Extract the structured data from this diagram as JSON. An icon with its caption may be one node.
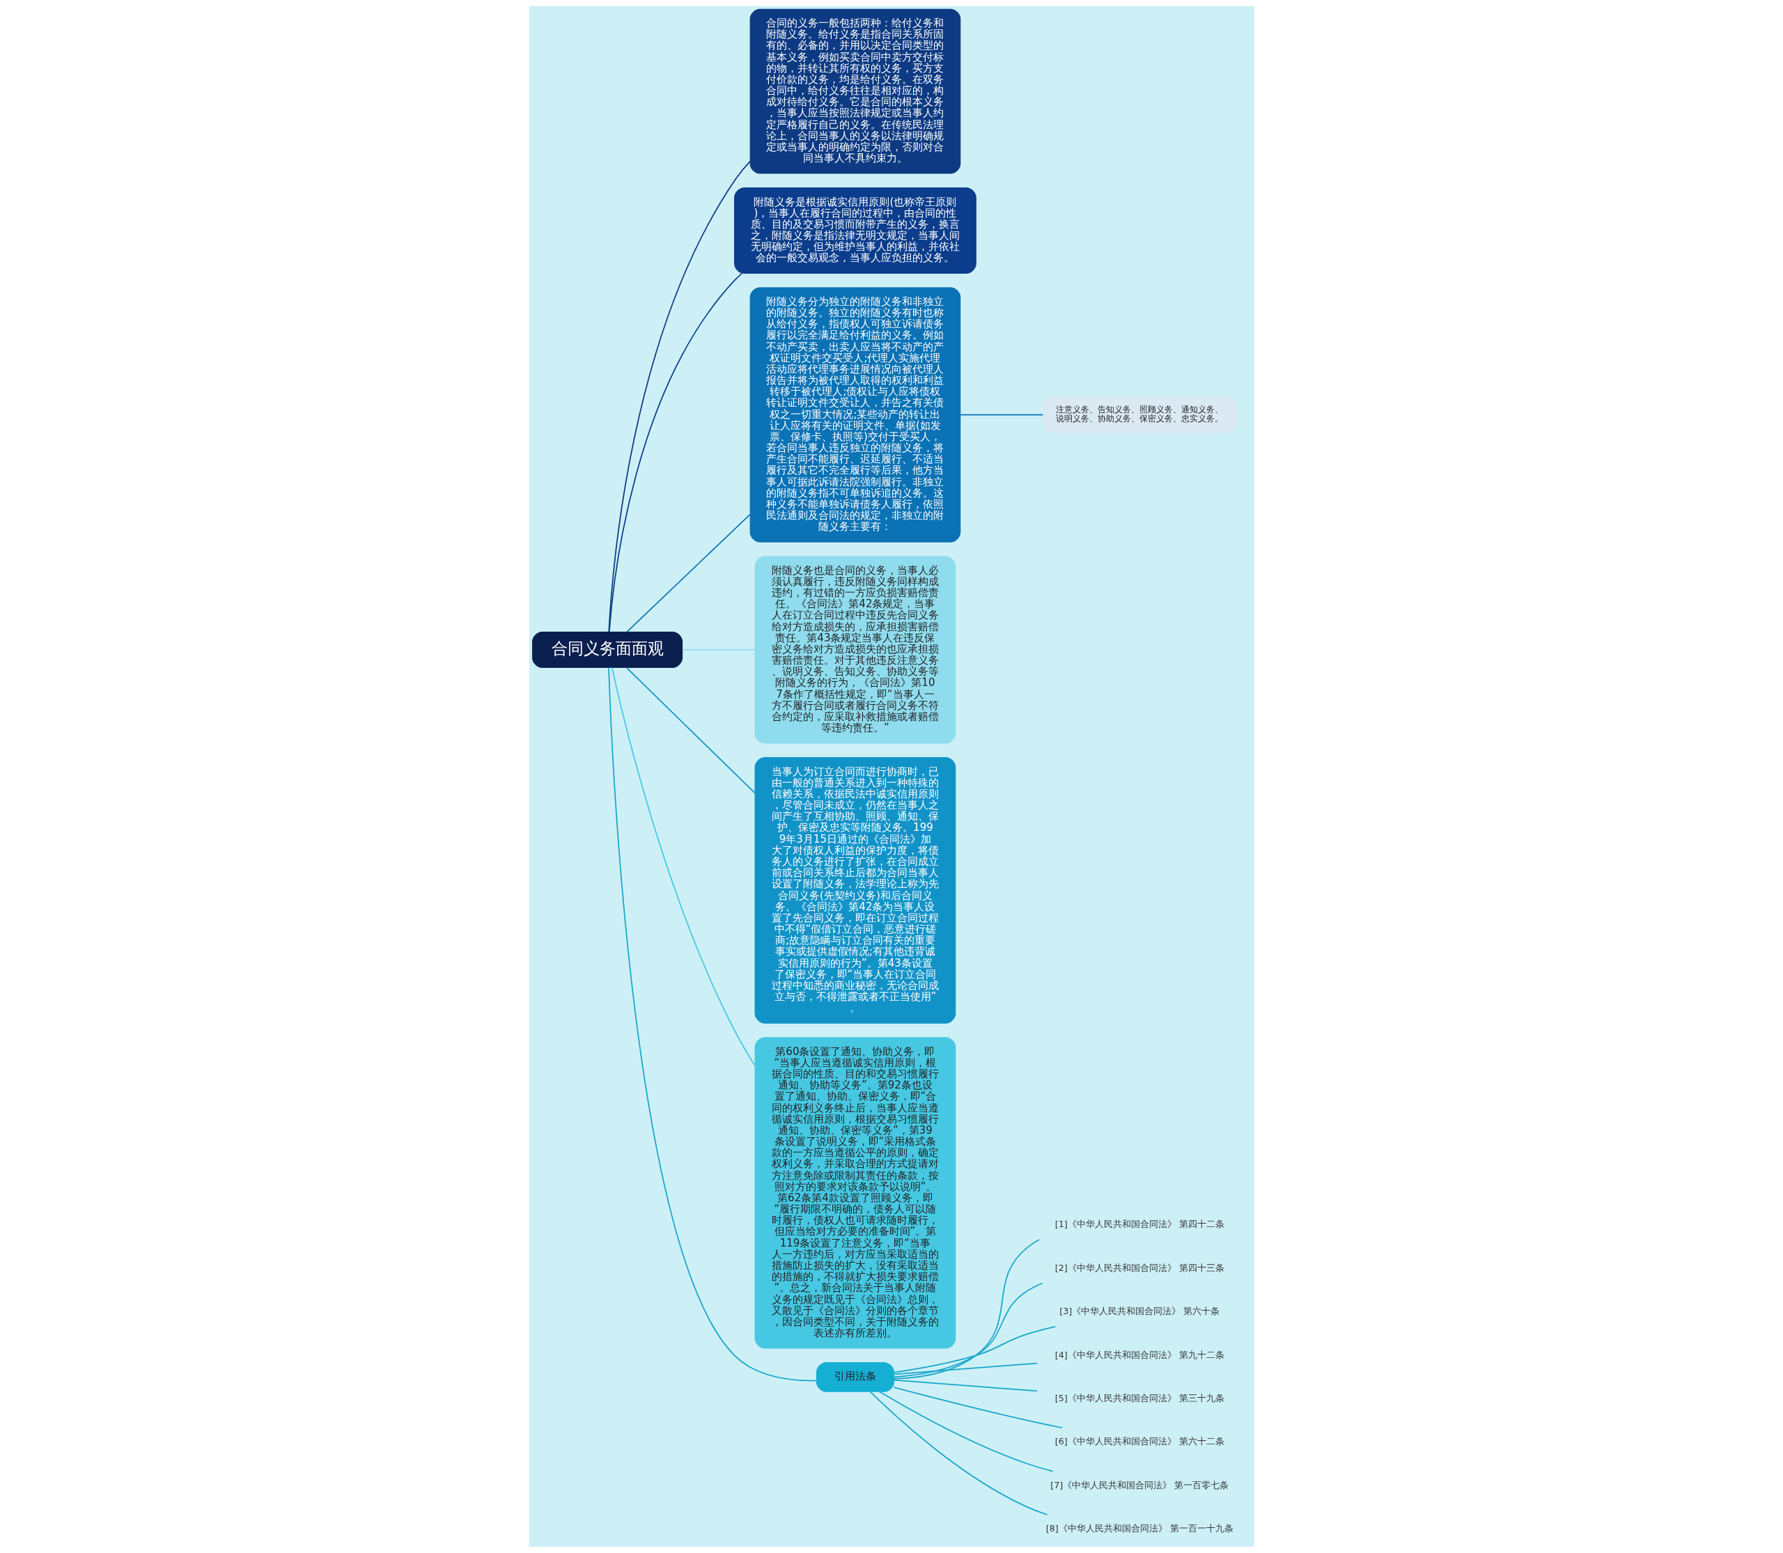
{
  "diagram": {
    "nodes": [
      {
        "text": [
          "合同义务面面观"
        ]
      },
      {
        "text": [
          "合同的义务一般包括两种：给付义务和附随义务。给付义务是指合同关系所固有的、必备的，并用以决定合同类型的基本义务，例如买卖合同中卖方交付标的物，并转让其所有权的义务，买方支付价款的义务，均是给付义务。在双务合同中，给付义务往往是相对应的，构成对待给付义务。它是合同的根本义务，当事人应当按照法律规定或当事人约定严格履行自己的义务。在传统民法理论上，合同当事人的义务以法律明确规定或当事人的明确约定为限，否则对合同当事人不具约束力。"
        ]
      },
      {
        "text": [
          "附随义务是根据诚实信用原则(也称帝王原则)，当事人在履行合同的过程中，由合同的性质、目的及交易习惯而附带产生的义务，换言之，附随义务是指法律无明文规定，当事人间无明确约定，但为维护当事人的利益，并依社会的一般交易观念，当事人应负担的义务。"
        ]
      },
      {
        "text": [
          "附随义务分为独立的附随义务和非独立的附随义务。独立的附随义务有时也称从给付义务，指债权人可独立诉请债务履行以完全满足给付利益的义务。例如不动产买卖，出卖人应当将不动产的产权证明文件交买受人;代理人实施代理活动应将代理事务进展情况向被代理人报告并将为被代理人取得的权利和利益转移于被代理人;债权让与人应将债权转让证明文件交受让人，并告之有关债权之一切重大情况;某些动产的转让出让人应将有关的证明文件、单据(如发票、保修卡、执照等)交付于受买人，若合同当事人违反独立的附随义务，将产生合同不能履行、迟延履行、不适当履行及其它不完全履行等后果，他方当事人可据此诉请法院强制履行。非独立的附随义务指不可单独诉追的义务。这种义务不能单独诉请债务人履行，依照民法通则及合同法的规定，非独立的附随义务主要有："
        ]
      },
      {
        "text": [
          "注意义务、告知义务、照顾义务、通知义务、说明义务、协助义务、保密义务、忠实义务。"
        ]
      },
      {
        "text": [
          "附随义务也是合同的义务，当事人必须认真履行，违反附随义务同样构成违约，有过错的一方应负损害赔偿责任。《合同法》第42条规定，当事人在订立合同过程中违反先合同义务给对方造成损失的，应承担损害赔偿责任。第43条规定当事人在违反保密义务给对方造成损失的也应承担损害赔偿责任。对于其他违反注意义务、说明义务、告知义务、协助义务等附随义务的行为，《合同法》第107条作了概括性规定，即“当事人一方不履行合同或者履行合同义务不符合约定的，应采取补救措施或者赔偿等违约责任。”"
        ]
      },
      {
        "text": [
          "当事人为订立合同而进行协商时，已由一般的普通关系进入到一种特殊的信赖关系，依据民法中诚实信用原则，尽管合同未成立，仍然在当事人之间产生了互相协助、照顾、通知、保护、保密及忠实等附随义务。1999年3月15日通过的《合同法》加大了对债权人利益的保护力度，将债务人的义务进行了扩张，在合同成立前或合同关系终止后都为合同当事人设置了附随义务，法学理论上称为先合同义务(先契约义务)和后合同义务。《合同法》第42条为当事人设置了先合同义务，即在订立合同过程中不得“假借订立合同，恶意进行磋商;故意隐瞒与订立合同有关的重要事实或提供虚假情况;有其他违背诚实信用原则的行为”。第43条设置了保密义务，即“当事人在订立合同过程中知悉的商业秘密，无论合同成立与否，不得泄露或者不正当使用”。"
        ]
      },
      {
        "text": [
          "第60条设置了通知、协助义务，即“当事人应当遵循诚实信用原则，根据合同的性质、目的和交易习惯履行通知、协助等义务”。第92条也设置了通知、协助、保密义务，即“合同的权利义务终止后，当事人应当遵循诚实信用原则，根据交易习惯履行通知、协助、保密等义务”，第39条设置了说明义务，即“采用格式条款的一方应当遵循公平的原则，确定权利义务，并采取合理的方式提请对方注意免除或限制其责任的条款，按照对方的要求对该条款予以说明”。第62条第4款设置了照顾义务，即“履行期限不明确的，债务人可以随时履行，债权人也可请求随时履行，但应当给对方必要的准备时间”。第119条设置了注意义务，即“当事人一方违约后，对方应当采取适当的措施防止损失的扩大，没有采取适当的措施的，不得就扩大损失要求赔偿”。总之，新合同法关于当事人附随义务的规定既见于《合同法》总则，又散见于《合同法》分则的各个章节，因合同类型不同，关于附随义务的表述亦有所差别。"
        ]
      },
      {
        "text": [
          "引用法条"
        ]
      },
      {
        "text": [
          "[1]《中华人民共和国合同法》 第四十二条"
        ]
      },
      {
        "text": [
          "[2]《中华人民共和国合同法》 第四十三条"
        ]
      },
      {
        "text": [
          "[3]《中华人民共和国合同法》 第六十条"
        ]
      },
      {
        "text": [
          "[4]《中华人民共和国合同法》 第九十二条"
        ]
      },
      {
        "text": [
          "[5]《中华人民共和国合同法》 第三十九条"
        ]
      },
      {
        "text": [
          "[6]《中华人民共和国合同法》 第六十二条"
        ]
      },
      {
        "text": [
          "[7]《中华人民共和国合同法》 第一百零七条"
        ]
      },
      {
        "text": [
          "[8]《中华人民共和国合同法》 第一百一十九条"
        ]
      }
    ],
    "edges": [
      {
        "from": 0,
        "to": 1,
        "arrow": "none",
        "color": "#0d3a82"
      },
      {
        "from": 0,
        "to": 2,
        "arrow": "none",
        "color": "#0b3d8c"
      },
      {
        "from": 0,
        "to": 3,
        "arrow": "none",
        "color": "#0a72b5"
      },
      {
        "from": 3,
        "to": 4,
        "arrow": "none",
        "color": "#0a72b5"
      },
      {
        "from": 0,
        "to": 5,
        "arrow": "none",
        "color": "#8fdcee"
      },
      {
        "from": 0,
        "to": 6,
        "arrow": "none",
        "color": "#1293c8"
      },
      {
        "from": 0,
        "to": 7,
        "arrow": "none",
        "color": "#46c8e3"
      },
      {
        "from": 0,
        "to": 8,
        "arrow": "none"
      },
      {
        "from": 8,
        "to": 9,
        "arrow": "none"
      },
      {
        "from": 8,
        "to": 10,
        "arrow": "none"
      },
      {
        "from": 8,
        "to": 11,
        "arrow": "none"
      },
      {
        "from": 8,
        "to": 12,
        "arrow": "none"
      },
      {
        "from": 8,
        "to": 13,
        "arrow": "none"
      },
      {
        "from": 8,
        "to": 14,
        "arrow": "none"
      },
      {
        "from": 8,
        "to": 15,
        "arrow": "none"
      },
      {
        "from": 8,
        "to": 16,
        "arrow": "none"
      }
    ]
  }
}
